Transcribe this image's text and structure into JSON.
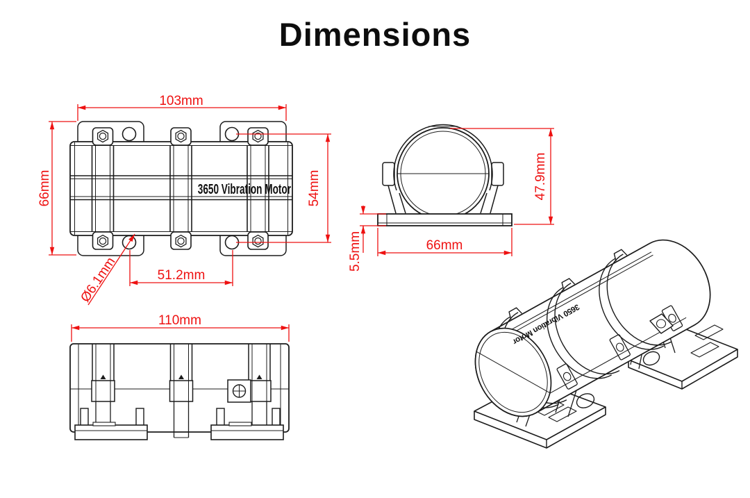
{
  "title": "Dimensions",
  "colors": {
    "dimension_red": "#ee1111",
    "line_black": "#1b1b1b",
    "background": "#ffffff"
  },
  "top_view": {
    "dim_width": "103mm",
    "dim_height": "66mm",
    "dim_hole_span_vertical": "54mm",
    "dim_hole_span_horizontal": "51.2mm",
    "dim_hole_diameter": "Ø6.1mm",
    "product_label": "3650 Vibration Motor"
  },
  "end_view": {
    "dim_height": "47.9mm",
    "dim_base_width": "66mm",
    "dim_base_thickness": "5.5mm"
  },
  "side_view": {
    "dim_length": "110mm"
  },
  "isometric_view": {
    "product_label": "3650 Vibration Motor"
  }
}
